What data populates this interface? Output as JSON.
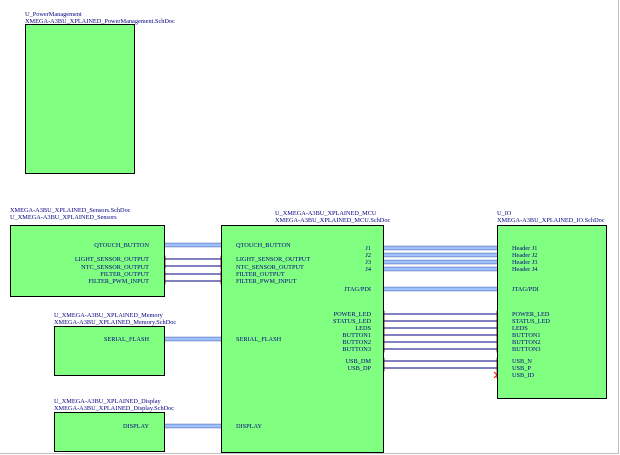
{
  "colors": {
    "block_fill": "#80ff80",
    "block_border": "#000000",
    "text": "#000080",
    "bus_wire": "#a0c0ff",
    "port_fill": "#ffff80",
    "port_border": "#800000",
    "error_mark": "#ff0000"
  },
  "blocks": {
    "power": {
      "designator": "U_PowerManagement",
      "filename": "XMEGA-A3BU_XPLAINED_PowerManagement.SchDoc"
    },
    "sensors": {
      "designator": "XMEGA-A3BU_XPLAINED_Sensors.SchDoc",
      "filename": "U_XMEGA-A3BU_XPLAINED_Sensors",
      "ports": [
        "QTOUCH_BUTTON",
        "LIGHT_SENSOR_OUTPUT",
        "NTC_SENSOR_OUTPUT",
        "FILTER_OUTPUT",
        "FILTER_PWM_INPUT"
      ]
    },
    "memory": {
      "designator": "U_XMEGA-A3BU_XPLAINED_Memory",
      "filename": "XMEGA-A3BU_XPLAINED_Memory.SchDoc",
      "ports": [
        "SERIAL_FLASH"
      ]
    },
    "display": {
      "designator": "U_XMEGA-A3BU_XPLAINED_Display",
      "filename": "XMEGA-A3BU_XPLAINED_Display.SchDoc",
      "ports": [
        "DISPLAY"
      ]
    },
    "mcu": {
      "designator": "U_XMEGA-A3BU_XPLAINED_MCU",
      "filename": "XMEGA-A3BU_XPLAINED_MCU.SchDoc",
      "left_ports": [
        "QTOUCH_BUTTON",
        "LIGHT_SENSOR_OUTPUT",
        "NTC_SENSOR_OUTPUT",
        "FILTER_OUTPUT",
        "FILTER_PWM_INPUT",
        "SERIAL_FLASH",
        "DISPLAY"
      ],
      "right_ports": [
        "J1",
        "J2",
        "J3",
        "J4",
        "JTAG/PDI",
        "POWER_LED",
        "STATUS_LED",
        "LEDS",
        "BUTTON1",
        "BUTTON2",
        "BUTTON3",
        "USB_DM",
        "USB_DP"
      ]
    },
    "io": {
      "designator": "U_IO",
      "filename": "XMEGA-A3BU_XPLAINED_IO.SchDoc",
      "ports": [
        "Header J1",
        "Header J2",
        "Header J3",
        "Header J4",
        "JTAG/PDI",
        "POWER_LED",
        "STATUS_LED",
        "LEDS",
        "BUTTON1",
        "BUTTON2",
        "BUTTON3",
        "USB_N",
        "USB_P",
        "USB_ID"
      ]
    }
  }
}
